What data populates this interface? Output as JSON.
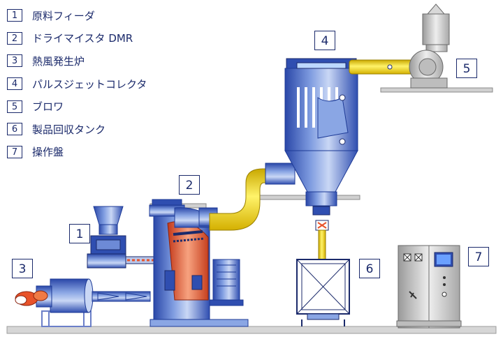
{
  "legend": [
    {
      "num": "1",
      "label": "原料フィーダ"
    },
    {
      "num": "2",
      "label": "ドライマイスタ DMR"
    },
    {
      "num": "3",
      "label": "熱風発生炉"
    },
    {
      "num": "4",
      "label": "パルスジェットコレクタ"
    },
    {
      "num": "5",
      "label": "ブロワ"
    },
    {
      "num": "6",
      "label": "製品回収タンク"
    },
    {
      "num": "7",
      "label": "操作盤"
    }
  ],
  "callouts": {
    "c1": "1",
    "c2": "2",
    "c3": "3",
    "c4": "4",
    "c5": "5",
    "c6": "6",
    "c7": "7"
  },
  "colors": {
    "equipment_blue": "#3a5fc4",
    "equipment_light": "#a9bde8",
    "duct_yellow": "#ffe000",
    "hot_orange": "#e8532a",
    "floor_gray": "#d8d8d8",
    "panel_gray": "#cfcfcf",
    "text_navy": "#1b2a6b"
  }
}
